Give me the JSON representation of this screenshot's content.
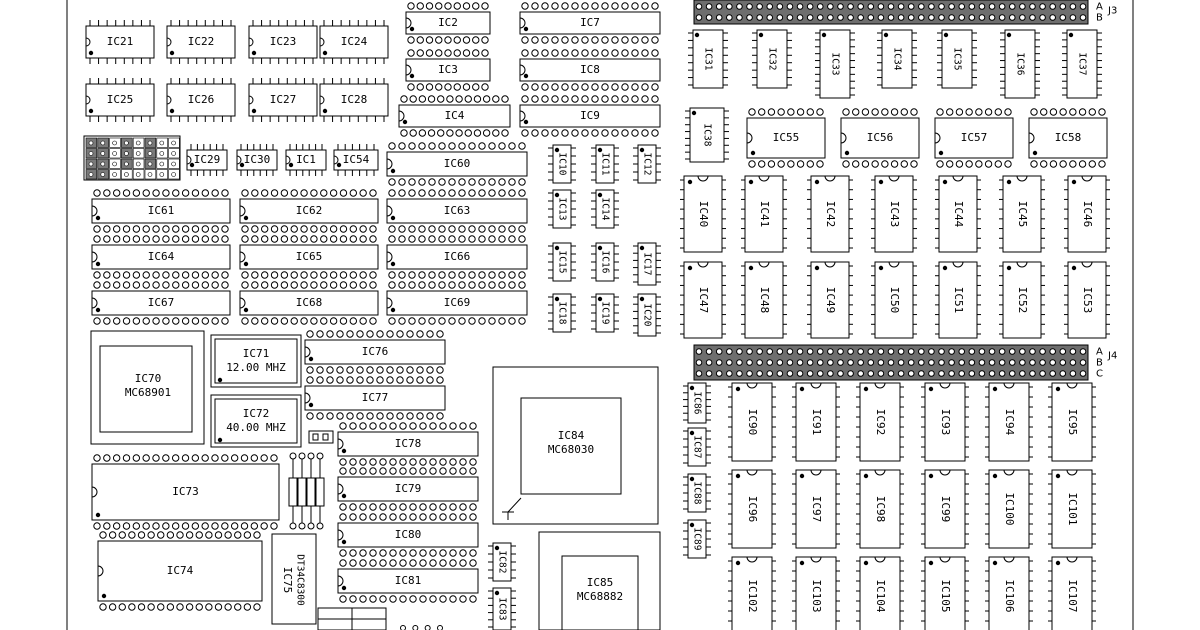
{
  "board": {
    "colors": {
      "ink": "#000000",
      "paper": "#ffffff",
      "header_fill": "#6e6e6e",
      "jumper_fill": "#7a7a7a"
    },
    "connectors": [
      {
        "id": "j3",
        "label": "J3",
        "row_labels": [
          "A",
          "B"
        ]
      },
      {
        "id": "j4",
        "label": "J4",
        "row_labels": [
          "A",
          "B",
          "C"
        ]
      }
    ],
    "chips": {
      "IC2": "IC2",
      "IC3": "IC3",
      "IC4": "IC4",
      "IC7": "IC7",
      "IC8": "IC8",
      "IC9": "IC9",
      "IC21": "IC21",
      "IC22": "IC22",
      "IC23": "IC23",
      "IC24": "IC24",
      "IC25": "IC25",
      "IC26": "IC26",
      "IC27": "IC27",
      "IC28": "IC28",
      "IC29": "IC29",
      "IC30": "IC30",
      "IC1": "IC1",
      "IC54": "IC54",
      "IC60": "IC60",
      "IC61": "IC61",
      "IC62": "IC62",
      "IC63": "IC63",
      "IC64": "IC64",
      "IC65": "IC65",
      "IC66": "IC66",
      "IC67": "IC67",
      "IC68": "IC68",
      "IC69": "IC69",
      "IC10": "IC10",
      "IC11": "IC11",
      "IC12": "IC12",
      "IC13": "IC13",
      "IC14": "IC14",
      "IC15": "IC15",
      "IC16": "IC16",
      "IC17": "IC17",
      "IC18": "IC18",
      "IC19": "IC19",
      "IC20": "IC20",
      "IC31": "IC31",
      "IC32": "IC32",
      "IC33": "IC33",
      "IC34": "IC34",
      "IC35": "IC35",
      "IC36": "IC36",
      "IC37": "IC37",
      "IC38": "IC38",
      "IC55": "IC55",
      "IC56": "IC56",
      "IC57": "IC57",
      "IC58": "IC58",
      "IC40": "IC40",
      "IC41": "IC41",
      "IC42": "IC42",
      "IC43": "IC43",
      "IC44": "IC44",
      "IC45": "IC45",
      "IC46": "IC46",
      "IC47": "IC47",
      "IC48": "IC48",
      "IC49": "IC49",
      "IC50": "IC50",
      "IC51": "IC51",
      "IC52": "IC52",
      "IC53": "IC53",
      "IC70": "IC70",
      "IC70_part": "MC68901",
      "IC71": "IC71",
      "IC71_freq": "12.00 MHZ",
      "IC72": "IC72",
      "IC72_freq": "40.00 MHZ",
      "IC73": "IC73",
      "IC74": "IC74",
      "IC75": "IC75",
      "IC75_part": "DT34C8300",
      "IC76": "IC76",
      "IC77": "IC77",
      "IC78": "IC78",
      "IC79": "IC79",
      "IC80": "IC80",
      "IC81": "IC81",
      "IC82": "IC82",
      "IC83": "IC83",
      "IC84": "IC84",
      "IC84_part": "MC68030",
      "IC85": "IC85",
      "IC85_part": "MC68882",
      "IC86": "IC86",
      "IC87": "IC87",
      "IC88": "IC88",
      "IC89": "IC89",
      "IC90": "IC90",
      "IC91": "IC91",
      "IC92": "IC92",
      "IC93": "IC93",
      "IC94": "IC94",
      "IC95": "IC95",
      "IC96": "IC96",
      "IC97": "IC97",
      "IC98": "IC98",
      "IC99": "IC99",
      "IC100": "IC100",
      "IC101": "IC101",
      "IC102": "IC102",
      "IC103": "IC103",
      "IC104": "IC104",
      "IC105": "IC105",
      "IC106": "IC106",
      "IC107": "IC107"
    }
  }
}
